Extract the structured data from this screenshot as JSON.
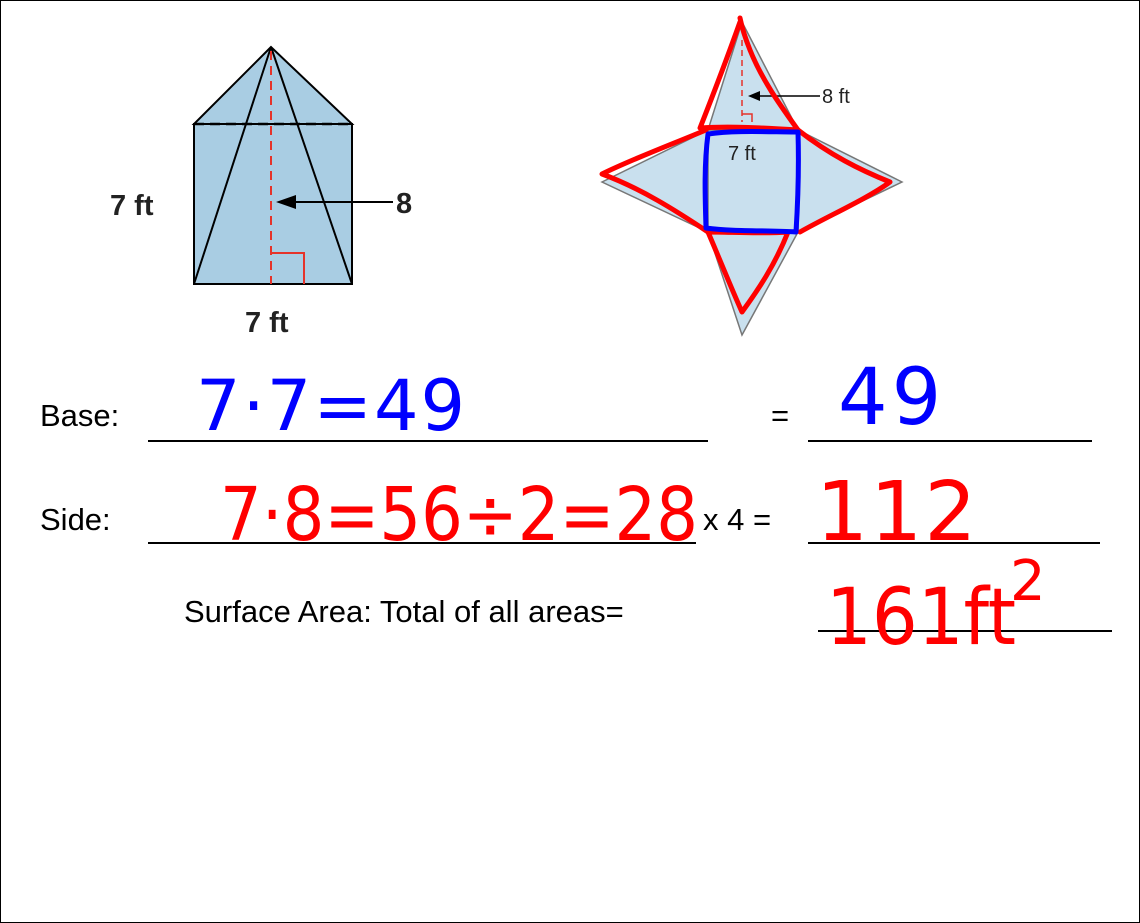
{
  "figure": {
    "prism_side_label": "7 ft",
    "prism_slant_label": "8 ft",
    "prism_base_label": "7 ft",
    "net_slant_label": "8 ft",
    "net_base_label": "7 ft"
  },
  "rows": {
    "base": {
      "label": "Base:",
      "equals": "=",
      "work": "7·7=49",
      "answer": "49"
    },
    "side": {
      "label": "Side:",
      "times": "x 4 =",
      "work": "7·8=56÷2=28",
      "answer": "112"
    },
    "total": {
      "label": "Surface Area: Total of all areas=",
      "answer": "161ft",
      "answer_exponent": "2"
    }
  },
  "colors": {
    "fill": "#a9cde3",
    "fill_light": "#c9e0ee",
    "dashed_red": "#e5332a",
    "ink_red": "#ff0000",
    "ink_blue": "#0000ff"
  }
}
